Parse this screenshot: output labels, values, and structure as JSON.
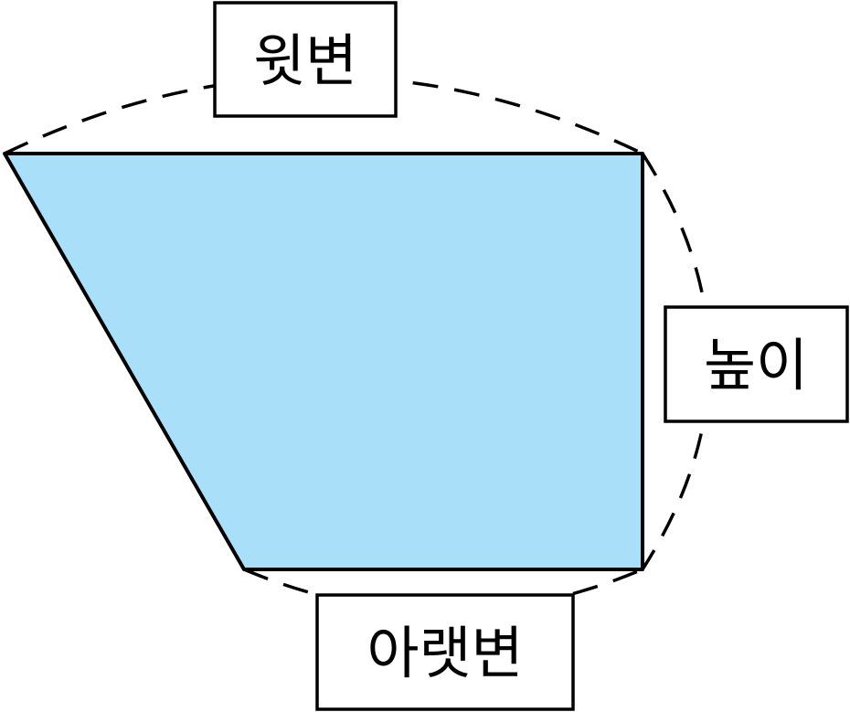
{
  "diagram": {
    "shape": "trapezoid",
    "labels": {
      "top": "윗변",
      "height": "높이",
      "bottom": "아랫변"
    },
    "colors": {
      "fill": "#aadff9",
      "stroke": "#000000",
      "background": "#ffffff"
    }
  }
}
